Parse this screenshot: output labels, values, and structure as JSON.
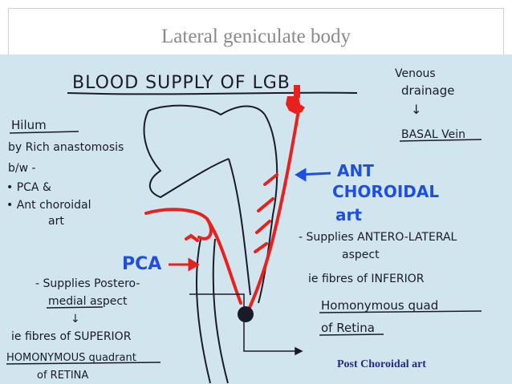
{
  "slide": {
    "title": "Lateral geniculate body",
    "caption": "Post Choroidal art"
  },
  "sketch": {
    "heading": "BLOOD SUPPLY OF LGB",
    "left_notes": [
      "Hilum",
      "by Rich anastomosis",
      "b/w -",
      "• PCA &",
      "• Ant choroidal",
      "art"
    ],
    "venous_notes": [
      "Venous",
      "drainage",
      "↓",
      "BASAL Vein"
    ],
    "ant_choroidal_label": [
      "ANT",
      "CHOROIDAL",
      "art"
    ],
    "ant_choroidal_supply": [
      "- Supplies  ANTERO-LATERAL",
      "aspect",
      "ie  fibres of  INFERIOR",
      "Homonymous quad",
      "of Retina"
    ],
    "pca_label": "PCA",
    "pca_supply": [
      "- Supplies  Postero-",
      "medial  aspect",
      "↓",
      "ie fibres of  SUPERIOR",
      "HOMONYMOUS  quadrant",
      "of RETINA"
    ]
  },
  "colors": {
    "paper": "#d6e8f1",
    "artery": "#e8211c",
    "ink": "#1a1a2a",
    "label_blue": "#1f4fe0",
    "title_gray": "#8a8a8a",
    "caption_navy": "#1f2a8a"
  }
}
